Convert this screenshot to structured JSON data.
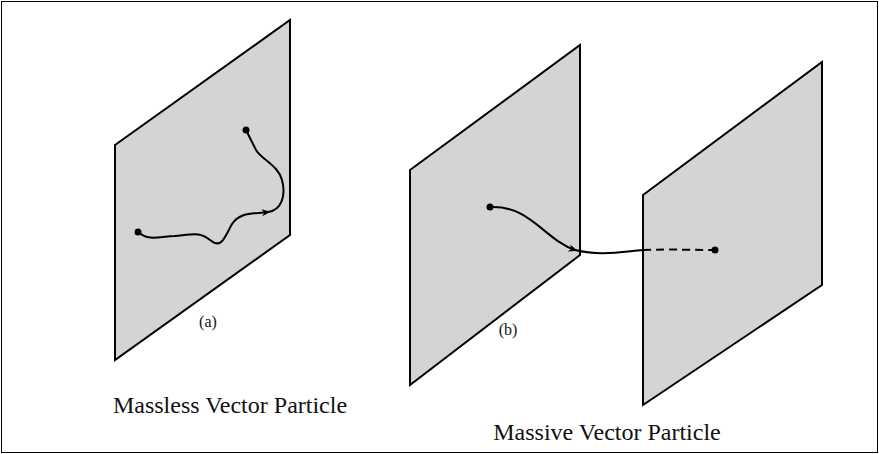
{
  "diagram": {
    "labels": [
      "(a)",
      "Massless Vector Particle",
      "(b)",
      "Massive Vector Particle"
    ]
  }
}
